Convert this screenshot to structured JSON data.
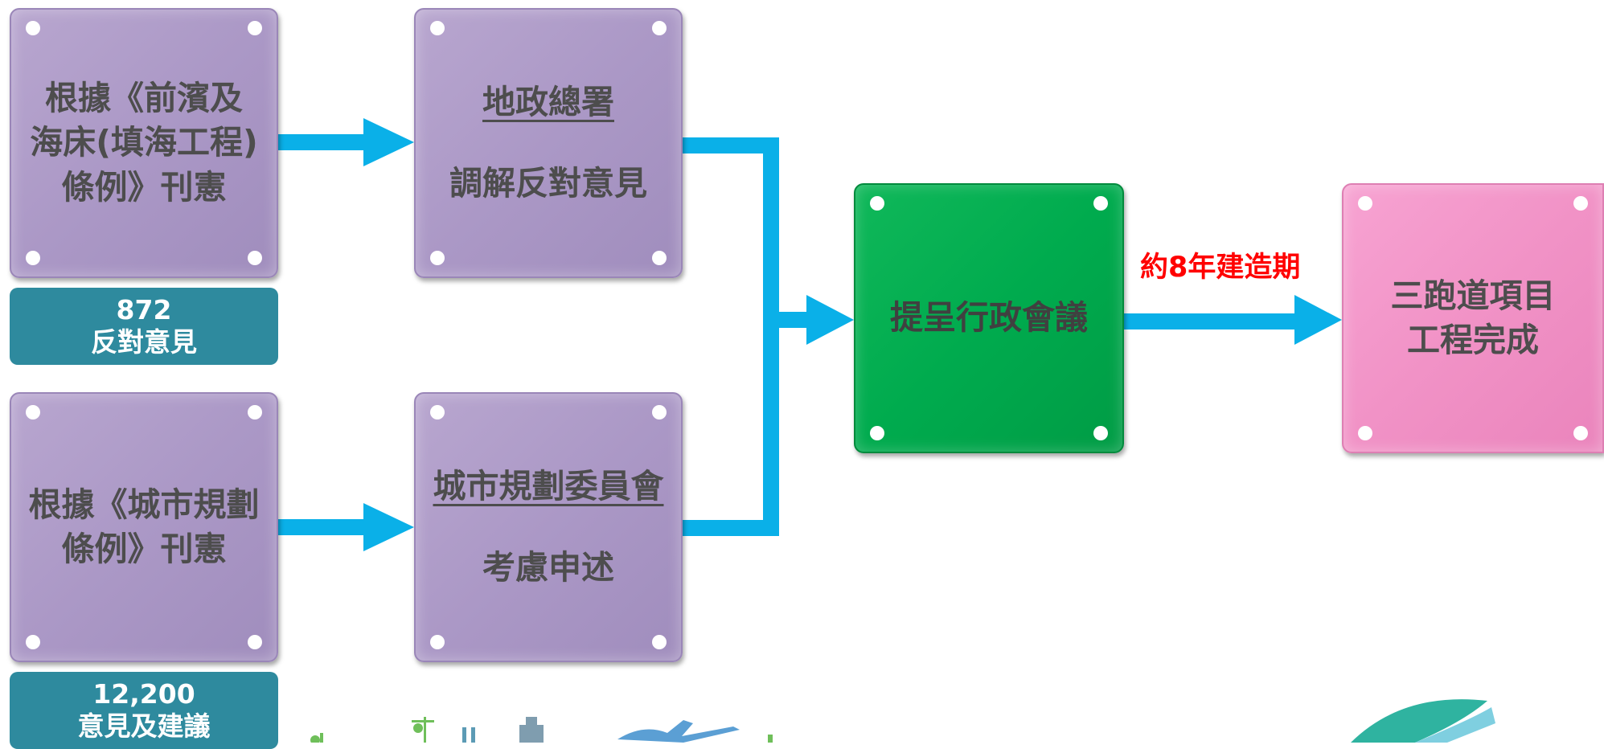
{
  "boxes": {
    "ordinance_foreshore": {
      "lines": [
        "根據《前濱及",
        "海床(填海工程)",
        "條例》刊憲"
      ]
    },
    "lands_dept": {
      "title": "地政總署",
      "subtitle": "調解反對意見"
    },
    "ordinance_town_planning": {
      "lines": [
        "根據《城市規劃",
        "條例》刊憲"
      ]
    },
    "town_planning_board": {
      "title": "城市規劃委員會",
      "subtitle": "考慮申述"
    },
    "exco": {
      "text": "提呈行政會議"
    },
    "completion": {
      "lines": [
        "三跑道項目",
        "工程完成"
      ]
    }
  },
  "tags": {
    "objections": {
      "number": "872",
      "text": "反對意見"
    },
    "opinions": {
      "number": "12,200",
      "text": "意見及建議"
    }
  },
  "construction_label": "約8年建造期",
  "colors": {
    "purple_box": "#ab98c6",
    "green_box": "#00ab4e",
    "pink_box": "#f192c6",
    "teal_tag": "#2e8a9e",
    "arrow": "#0ab0e8",
    "red_text": "#ff0000"
  },
  "icons": [
    "city-skyline-icon",
    "airplane-icon",
    "swoosh-logo-icon"
  ]
}
